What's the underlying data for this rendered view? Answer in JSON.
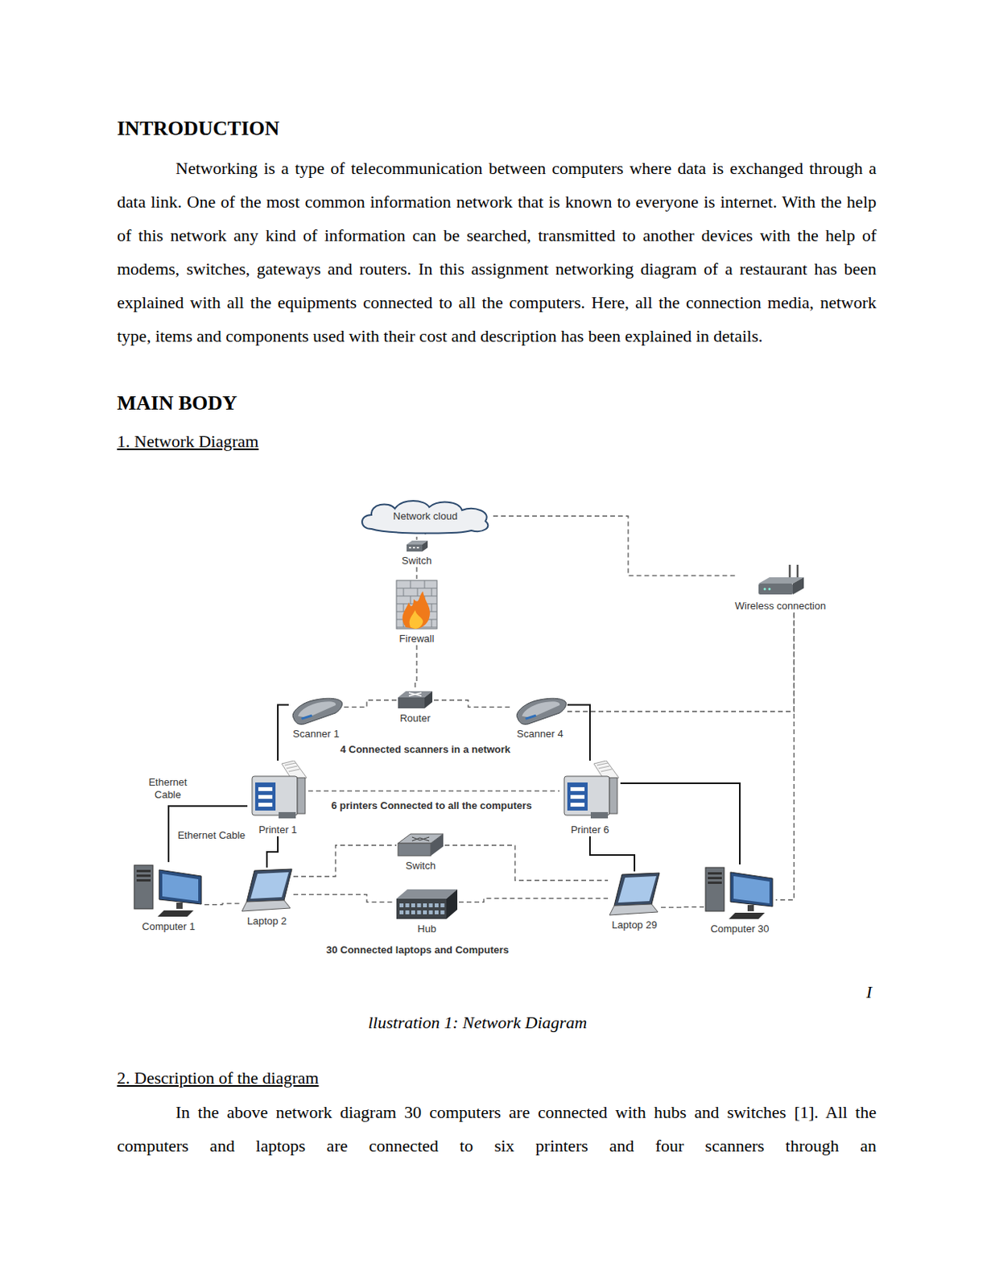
{
  "diagram": {
    "nodes": [
      {
        "text": [
          "Network cloud"
        ]
      },
      {
        "text": [
          "Switch"
        ]
      },
      {
        "text": [
          "Firewall"
        ]
      },
      {
        "text": [
          "Router"
        ]
      },
      {
        "text": [
          "Wireless connection"
        ]
      },
      {
        "text": [
          "Scanner 1"
        ]
      },
      {
        "text": [
          "Scanner 4"
        ]
      },
      {
        "text": [
          "Printer 1"
        ]
      },
      {
        "text": [
          "Printer 6"
        ]
      },
      {
        "text": [
          "Switch"
        ]
      },
      {
        "text": [
          "Hub"
        ]
      },
      {
        "text": [
          "Computer 1"
        ]
      },
      {
        "text": [
          "Laptop 2"
        ]
      },
      {
        "text": [
          "Laptop 29"
        ]
      },
      {
        "text": [
          "Computer 30"
        ]
      }
    ],
    "edges": [
      {
        "from": 0,
        "to": 1,
        "arrow": "none"
      },
      {
        "from": 1,
        "to": 2,
        "arrow": "none"
      },
      {
        "from": 2,
        "to": 3,
        "arrow": "none"
      },
      {
        "from": 0,
        "to": 4,
        "arrow": "none"
      },
      {
        "from": 3,
        "to": 5,
        "arrow": "none"
      },
      {
        "from": 3,
        "to": 6,
        "arrow": "none"
      },
      {
        "from": 5,
        "to": 7,
        "arrow": "none"
      },
      {
        "from": 6,
        "to": 8,
        "arrow": "none"
      },
      {
        "from": 7,
        "to": 8,
        "arrow": "none"
      },
      {
        "from": 7,
        "to": 11,
        "arrow": "none"
      },
      {
        "from": 7,
        "to": 12,
        "arrow": "none"
      },
      {
        "from": 8,
        "to": 13,
        "arrow": "none"
      },
      {
        "from": 8,
        "to": 14,
        "arrow": "none"
      },
      {
        "from": 6,
        "to": 4,
        "arrow": "none"
      },
      {
        "from": 4,
        "to": 14,
        "arrow": "none"
      },
      {
        "from": 12,
        "to": 9,
        "arrow": "none"
      },
      {
        "from": 9,
        "to": 13,
        "arrow": "none"
      },
      {
        "from": 11,
        "to": 12,
        "arrow": "none"
      },
      {
        "from": 12,
        "to": 10,
        "arrow": "none"
      },
      {
        "from": 10,
        "to": 13,
        "arrow": "none"
      },
      {
        "from": 13,
        "to": 14,
        "arrow": "none"
      }
    ],
    "labels": [
      "INTRODUCTION",
      "Networking is a type of telecommunication between computers where data is exchanged through a data link. One of the most common information network that is known to everyone is internet. With the help of this network any kind of information can be searched, transmitted to another devices with the help of modems, switches, gateways and routers. In this assignment networking diagram of a restaurant has been explained with all the equipments connected to all the computers. Here, all the connection media, network type, items and components used with their cost and description has been explained in details.",
      "MAIN BODY",
      "1. Network Diagram",
      "Ethernet Cable",
      "Ethernet Cable",
      "4 Connected scanners in a network",
      "6 printers Connected to all the computers",
      "30 Connected laptops and Computers",
      "I",
      "llustration 1: Network Diagram",
      "2. Description of the diagram",
      "In the above network diagram 30 computers are connected with hubs and switches [1]. All the computers and laptops are connected to six printers and four scanners through an"
    ]
  }
}
